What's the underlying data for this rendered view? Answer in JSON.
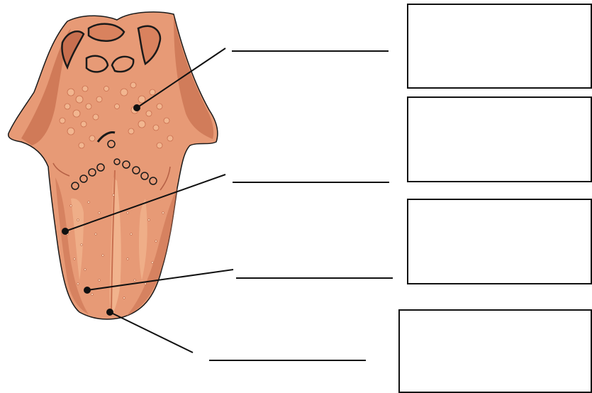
{
  "diagram": {
    "subject": "tongue",
    "labels": [
      {
        "id": "label-1",
        "text": ""
      },
      {
        "id": "label-2",
        "text": ""
      },
      {
        "id": "label-3",
        "text": ""
      },
      {
        "id": "label-4",
        "text": ""
      }
    ],
    "answer_boxes": [
      {
        "id": "box-1",
        "text": ""
      },
      {
        "id": "box-2",
        "text": ""
      },
      {
        "id": "box-3",
        "text": ""
      },
      {
        "id": "box-4",
        "text": ""
      }
    ],
    "colors": {
      "tongue_base": "#E79A76",
      "tongue_light": "#F2B690",
      "tongue_dark": "#C86F4F",
      "outline": "#1a1a1a",
      "line": "#111111"
    }
  }
}
